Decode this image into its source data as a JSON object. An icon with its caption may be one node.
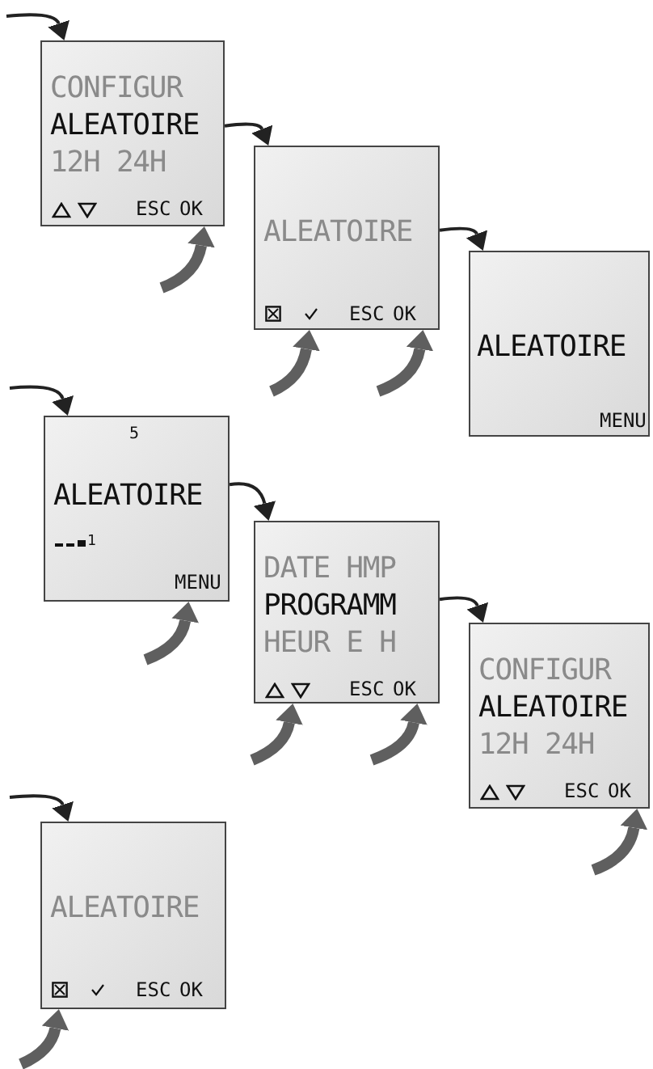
{
  "diagram": {
    "nodes": [
      {
        "text": [
          "CONFIGUR",
          "ALEATOIRE",
          "12H 24H",
          "ESC",
          "OK"
        ]
      },
      {
        "text": [
          "ALEATOIRE",
          "ESC",
          "OK"
        ]
      },
      {
        "text": [
          "ALEATOIRE",
          "MENU"
        ]
      },
      {
        "text": [
          "5",
          "ALEATOIRE",
          "1",
          "MENU"
        ]
      },
      {
        "text": [
          "DATE HMP",
          "PROGRAMM",
          "HEUR E H",
          "ESC",
          "OK"
        ]
      },
      {
        "text": [
          "CONFIGUR",
          "ALEATOIRE",
          "12H 24H",
          "ESC",
          "OK"
        ]
      },
      {
        "text": [
          "ALEATOIRE",
          "ESC",
          "OK"
        ]
      }
    ],
    "edges": [
      {
        "from": null,
        "to": 0,
        "arrow": "to"
      },
      {
        "from": 0,
        "to": 1,
        "arrow": "to"
      },
      {
        "from": null,
        "to": 0,
        "arrow": "to",
        "color": "#5f5f5f"
      },
      {
        "from": 1,
        "to": 2,
        "arrow": "to"
      },
      {
        "from": null,
        "to": 1,
        "arrow": "to",
        "color": "#5f5f5f"
      },
      {
        "from": null,
        "to": 1,
        "arrow": "to",
        "color": "#5f5f5f"
      },
      {
        "from": null,
        "to": 3,
        "arrow": "to"
      },
      {
        "from": 3,
        "to": 4,
        "arrow": "to"
      },
      {
        "from": null,
        "to": 3,
        "arrow": "to",
        "color": "#5f5f5f"
      },
      {
        "from": 4,
        "to": 5,
        "arrow": "to"
      },
      {
        "from": null,
        "to": 4,
        "arrow": "to",
        "color": "#5f5f5f"
      },
      {
        "from": null,
        "to": 4,
        "arrow": "to",
        "color": "#5f5f5f"
      },
      {
        "from": null,
        "to": 5,
        "arrow": "to",
        "color": "#5f5f5f"
      },
      {
        "from": null,
        "to": 6,
        "arrow": "to"
      },
      {
        "from": null,
        "to": 6,
        "arrow": "to",
        "color": "#5f5f5f"
      }
    ]
  }
}
